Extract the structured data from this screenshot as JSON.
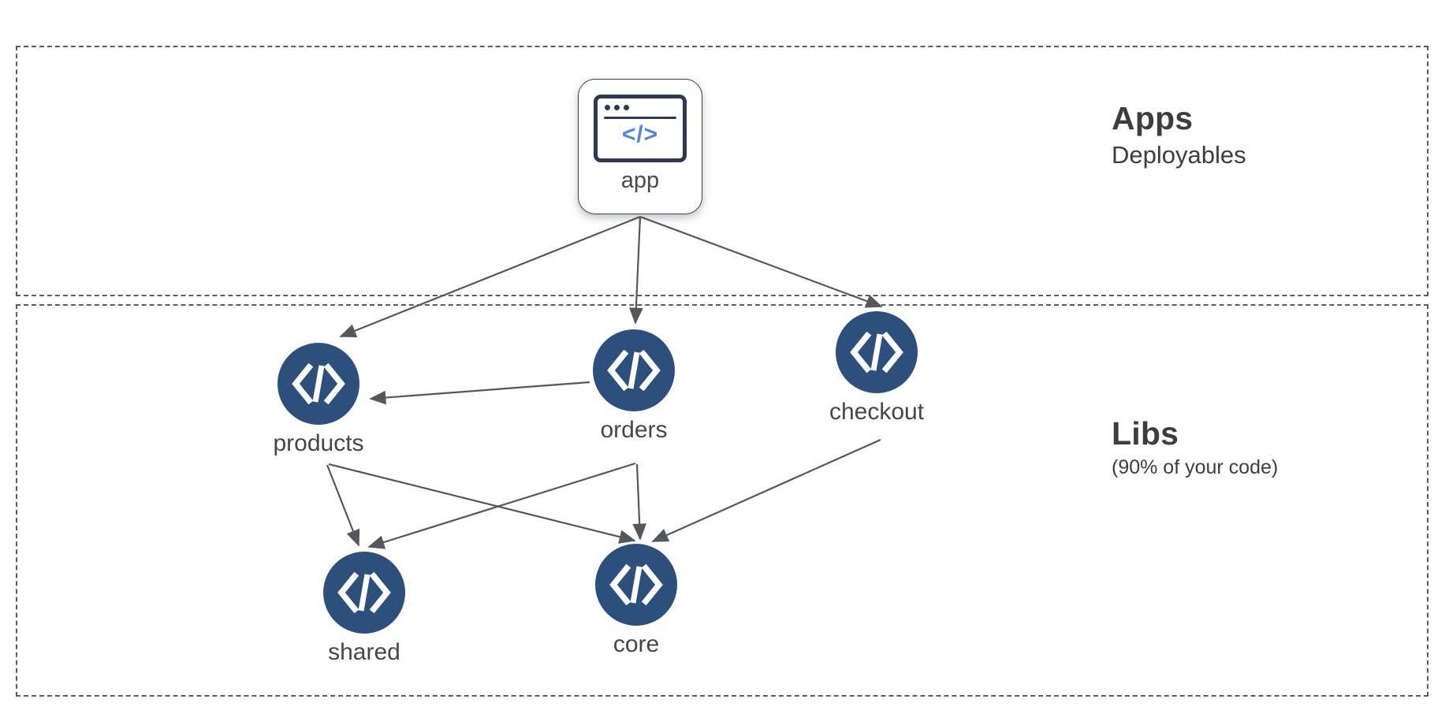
{
  "diagram": {
    "type": "dependency-graph",
    "zones": [
      {
        "id": "apps",
        "title": "Apps",
        "subtitle": "Deployables",
        "nodes": [
          "app"
        ]
      },
      {
        "id": "libs",
        "title": "Libs",
        "subtitle": "(90% of your code)",
        "nodes": [
          "products",
          "orders",
          "checkout",
          "shared",
          "core"
        ]
      }
    ],
    "nodes": [
      {
        "id": "app",
        "label": "app",
        "shape": "rounded-card",
        "icon": "browser-code-icon",
        "code_glyph": "</>",
        "zone": "apps"
      },
      {
        "id": "products",
        "label": "products",
        "shape": "circle",
        "icon": "code-icon",
        "zone": "libs"
      },
      {
        "id": "orders",
        "label": "orders",
        "shape": "circle",
        "icon": "code-icon",
        "zone": "libs"
      },
      {
        "id": "checkout",
        "label": "checkout",
        "shape": "circle",
        "icon": "code-icon",
        "zone": "libs"
      },
      {
        "id": "shared",
        "label": "shared",
        "shape": "circle",
        "icon": "code-icon",
        "zone": "libs"
      },
      {
        "id": "core",
        "label": "core",
        "shape": "circle",
        "icon": "code-icon",
        "zone": "libs"
      }
    ],
    "edges": [
      {
        "from": "app",
        "to": "products"
      },
      {
        "from": "app",
        "to": "orders"
      },
      {
        "from": "app",
        "to": "checkout"
      },
      {
        "from": "orders",
        "to": "products"
      },
      {
        "from": "products",
        "to": "shared"
      },
      {
        "from": "products",
        "to": "core"
      },
      {
        "from": "orders",
        "to": "shared"
      },
      {
        "from": "orders",
        "to": "core"
      },
      {
        "from": "checkout",
        "to": "core"
      }
    ],
    "colors": {
      "lib_node_fill": "#2d4f7c",
      "lib_node_glyph": "#ffffff",
      "app_card_border": "#3a3f4c",
      "app_icon_border": "#2b3a52",
      "app_code_glyph": "#4f8ad1",
      "zone_border": "#5b5b66",
      "edge_stroke": "#56565e",
      "text": "#3d3d3d",
      "background": "#ffffff"
    }
  }
}
